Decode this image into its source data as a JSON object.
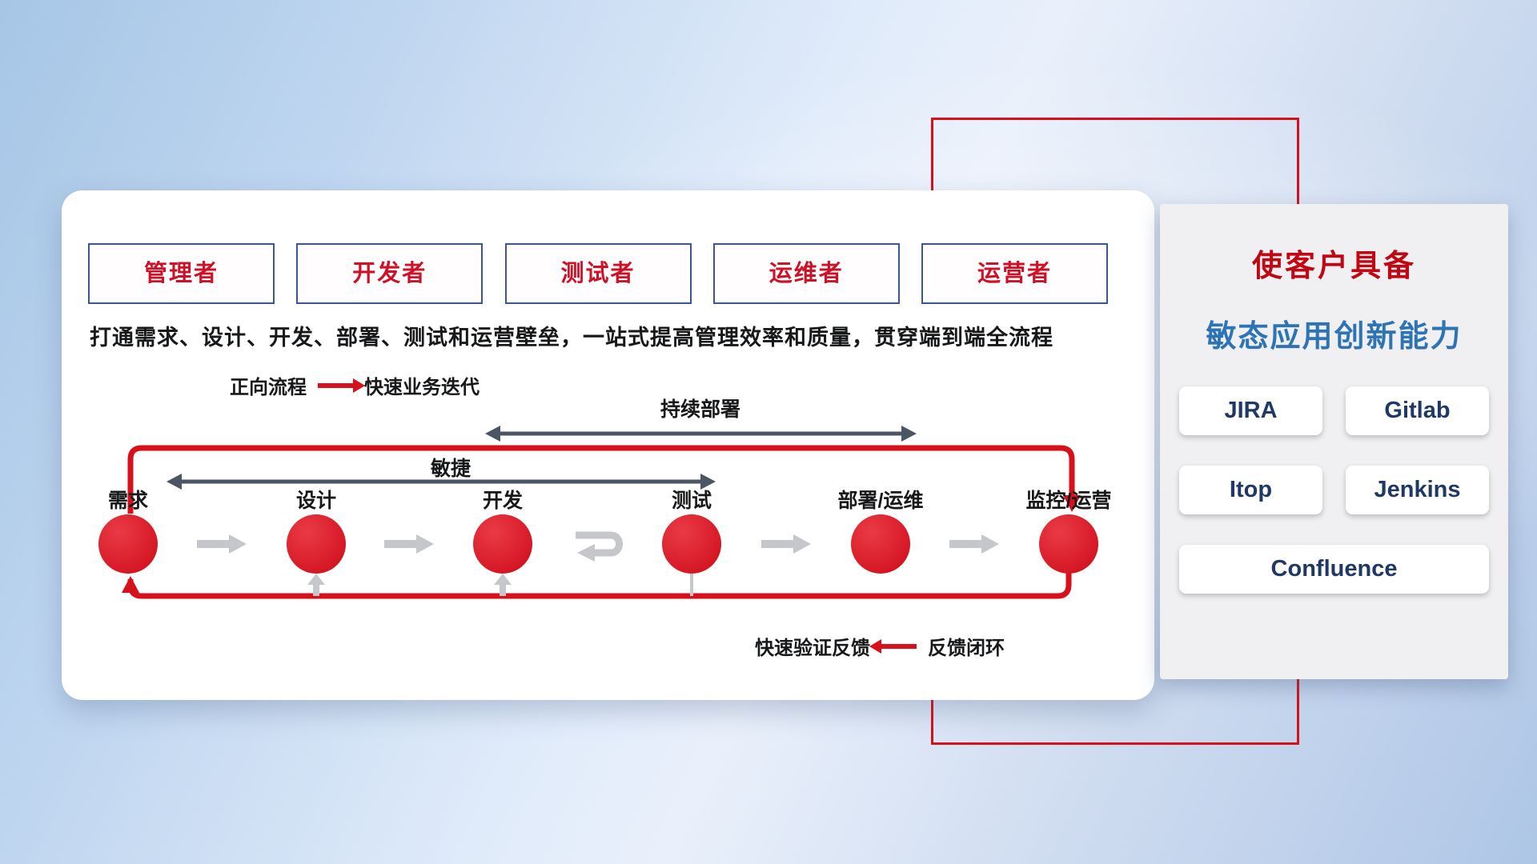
{
  "panel": {
    "roles": [
      "管理者",
      "开发者",
      "测试者",
      "运维者",
      "运营者"
    ],
    "subtitle": "打通需求、设计、开发、部署、测试和运营壁垒，一站式提高管理效率和质量，贯穿端到端全流程",
    "legend_forward": {
      "label": "正向流程",
      "desc": "快速业务迭代"
    },
    "legend_feedback": {
      "desc": "快速验证反馈",
      "label": "反馈闭环"
    },
    "flow": {
      "stages": [
        "需求",
        "设计",
        "开发",
        "测试",
        "部署/运维",
        "监控/运营"
      ],
      "agile_label": "敏捷",
      "continuous_deploy_label": "持续部署"
    }
  },
  "right_panel": {
    "title_line1": "使客户具备",
    "title_line2": "敏态应用创新能力",
    "tools": [
      "JIRA",
      "Gitlab",
      "Itop",
      "Jenkins",
      "Confluence"
    ]
  },
  "icons": {
    "forward_arrow": "red-right-arrow",
    "feedback_arrow": "red-left-arrow",
    "iteration": "gray-loop-arrow"
  },
  "colors": {
    "red": "#d7101c",
    "dark_arrow": "#4b5563",
    "gray_arrow": "#c5c7ca",
    "role_border": "#3a5693",
    "role_text": "#ce1126",
    "subtitle_text": "#17181a",
    "title_red": "#c00714",
    "title_blue": "#2e74b5",
    "tool_text": "#1f3864"
  }
}
